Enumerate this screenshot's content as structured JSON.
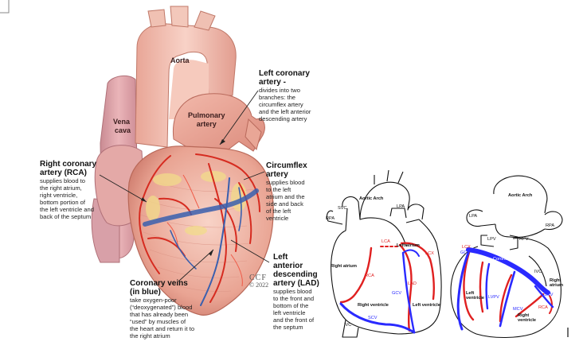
{
  "labels": {
    "aorta": "Aorta",
    "vena_cava": [
      "Vena",
      "cava"
    ],
    "pulmonary_artery": [
      "Pulmonary",
      "artery"
    ],
    "lca_title": [
      "Left coronary",
      "artery -"
    ],
    "lca_desc": [
      "divides into two",
      "branches: the",
      "circumflex artery",
      "and the left anterior",
      "descending artery"
    ],
    "rca_title": [
      "Right coronary",
      "artery (RCA)"
    ],
    "rca_desc": [
      "supplies blood to",
      "the right atrium,",
      "right ventricle,",
      "bottom portion of",
      "the left ventricle and",
      "back of the septum"
    ],
    "circ_title": [
      "Circumflex",
      "artery"
    ],
    "circ_desc": [
      "supplies blood",
      "to the left",
      "atrium and the",
      "side and back",
      "of the left",
      "ventricle"
    ],
    "veins_title": [
      "Coronary veins",
      "(in blue)"
    ],
    "veins_desc": [
      "take oxygen-poor",
      "(“deoxygenated”) blood",
      "that has already been",
      "“used” by muscles of",
      "the heart and return it to",
      "the right atrium"
    ],
    "lad_title": [
      "Left",
      "anterior",
      "descending",
      "artery (LAD)"
    ],
    "lad_desc": [
      "supplies blood",
      "to the front and",
      "bottom of the",
      "left ventricle",
      "and the front of",
      "the septum"
    ],
    "copyright": [
      "CCF",
      "© 2022"
    ]
  },
  "front_diagram": {
    "aortic_arch": "Aortic Arch",
    "svc": "SVC",
    "rpa": "RPA",
    "lpa": "LPA",
    "lca": "LCA",
    "left_atrium": "Left atrium",
    "lcx": "LCX",
    "right_atrium": "Right atrium",
    "rca": "RCA",
    "lad": "LAD",
    "gcv": "GCV",
    "right_ventricle": "Right ventricle",
    "left_ventricle": "Left ventricle",
    "scv": "SCV",
    "ivc": "IVC"
  },
  "back_diagram": {
    "aortic_arch": "Aortic Arch",
    "lpa": "LPA",
    "rpa": "RPA",
    "lpv": "LPV",
    "rpv": "RPV",
    "lcx": "LCX",
    "gcv": "GCV",
    "coronary_sinus": "Coronary sinus",
    "ivc": "IVC",
    "right_atrium": [
      "Right",
      "atrium"
    ],
    "left_ventricle": [
      "Left",
      "ventricle"
    ],
    "lvpv": "LVPV",
    "mcv": "MCV",
    "scv": "SCV",
    "rca": "RCA",
    "right_ventricle": [
      "Right",
      "ventricle"
    ]
  },
  "colors": {
    "artery": "#e02020",
    "vein": "#2a2aff",
    "heart_fill": "#f0b8a8",
    "aorta_fill": "#f3c2b6",
    "vena_cava_fill": "#e8a6a6"
  }
}
